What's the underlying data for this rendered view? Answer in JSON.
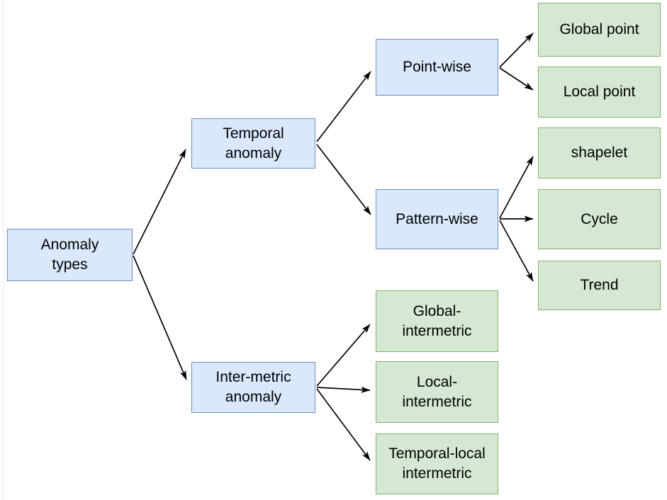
{
  "diagram": {
    "type": "tree-flowchart",
    "root_label": "Anomaly types",
    "colors": {
      "background": "#ffffff",
      "blue_fill": "#dae8fc",
      "blue_border": "#6c8ebf",
      "green_fill": "#d5e8d4",
      "green_border": "#82b366",
      "edge_stroke": "#000000",
      "text": "#000000"
    },
    "nodes": {
      "anomaly_types": {
        "label": "Anomaly\ntypes",
        "color": "blue",
        "level": 0
      },
      "temporal_anomaly": {
        "label": "Temporal\nanomaly",
        "color": "blue",
        "level": 1
      },
      "inter_metric_anomaly": {
        "label": "Inter-metric\nanomaly",
        "color": "blue",
        "level": 1
      },
      "point_wise": {
        "label": "Point-wise",
        "color": "blue",
        "level": 2
      },
      "pattern_wise": {
        "label": "Pattern-wise",
        "color": "blue",
        "level": 2
      },
      "global_point": {
        "label": "Global point",
        "color": "green",
        "level": 3
      },
      "local_point": {
        "label": "Local point",
        "color": "green",
        "level": 3
      },
      "shapelet": {
        "label": "shapelet",
        "color": "green",
        "level": 3
      },
      "cycle": {
        "label": "Cycle",
        "color": "green",
        "level": 3
      },
      "trend": {
        "label": "Trend",
        "color": "green",
        "level": 3
      },
      "global_intermetric": {
        "label": "Global-\nintermetric",
        "color": "green",
        "level": 2
      },
      "local_intermetric": {
        "label": "Local-\nintermetric",
        "color": "green",
        "level": 2
      },
      "temporal_local_intermetric": {
        "label": "Temporal-local\nintermetric",
        "color": "green",
        "level": 2
      }
    },
    "edges": [
      {
        "from": "anomaly_types",
        "to": "temporal_anomaly"
      },
      {
        "from": "anomaly_types",
        "to": "inter_metric_anomaly"
      },
      {
        "from": "temporal_anomaly",
        "to": "point_wise"
      },
      {
        "from": "temporal_anomaly",
        "to": "pattern_wise"
      },
      {
        "from": "point_wise",
        "to": "global_point"
      },
      {
        "from": "point_wise",
        "to": "local_point"
      },
      {
        "from": "pattern_wise",
        "to": "shapelet"
      },
      {
        "from": "pattern_wise",
        "to": "cycle"
      },
      {
        "from": "pattern_wise",
        "to": "trend"
      },
      {
        "from": "inter_metric_anomaly",
        "to": "global_intermetric"
      },
      {
        "from": "inter_metric_anomaly",
        "to": "local_intermetric"
      },
      {
        "from": "inter_metric_anomaly",
        "to": "temporal_local_intermetric"
      }
    ]
  }
}
